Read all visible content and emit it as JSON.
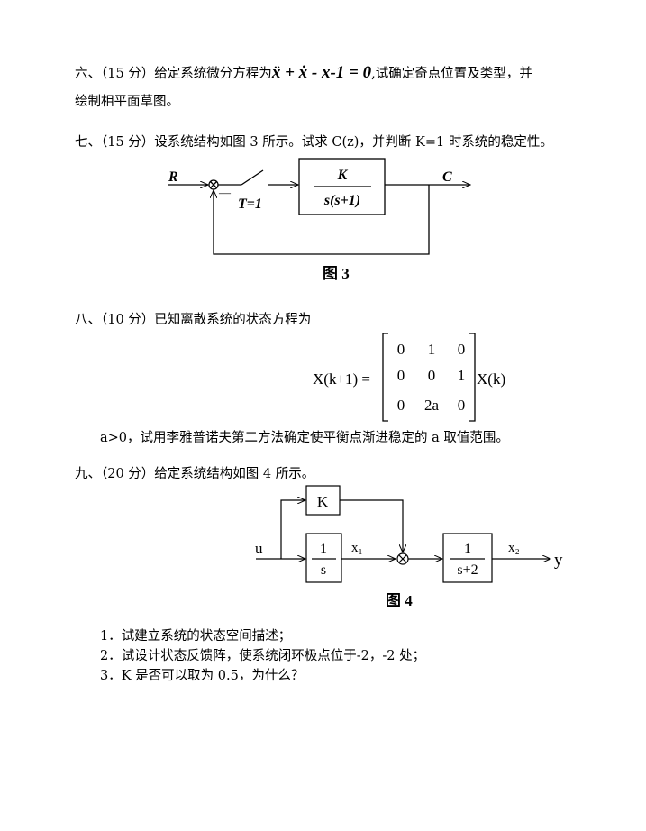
{
  "q6": {
    "prefix": "六、（15 分）给定系统微分方程为",
    "equation": "ẍ + ẋ - x-1 = 0",
    "suffix": ",试确定奇点位置及类型，并",
    "line2": "绘制相平面草图。"
  },
  "q7": {
    "text": "七、（15 分）设系统结构如图 3 所示。试求 C(z)，并判断 K=1 时系统的稳定性。",
    "figure": {
      "input": "R",
      "output": "C",
      "minus": "—",
      "sampler": "T=1",
      "numerator": "K",
      "denominator": "s(s+1)",
      "caption": "图 3"
    }
  },
  "q8": {
    "text": "八、（10 分）已知离散系统的状态方程为",
    "lhs": "X(k+1) =",
    "matrix": [
      [
        "0",
        "1",
        "0"
      ],
      [
        "0",
        "0",
        "1"
      ],
      [
        "0",
        "2a",
        "0"
      ]
    ],
    "rhs": "X(k)",
    "condition": "a>0，试用李雅普诺夫第二方法确定使平衡点渐进稳定的 a 取值范围。"
  },
  "q9": {
    "text": "九、（20 分）给定系统结构如图 4 所示。",
    "figure": {
      "input": "u",
      "gain": "K",
      "block1_num": "1",
      "block1_den": "s",
      "x1": "x₁",
      "block2_num": "1",
      "block2_den": "s+2",
      "x2": "x₂",
      "output": "y",
      "caption": "图 4"
    },
    "items": [
      "1．试建立系统的状态空间描述；",
      "2．试设计状态反馈阵，使系统闭环极点位于-2，-2 处；",
      "3．K 是否可以取为 0.5，为什么？"
    ]
  }
}
